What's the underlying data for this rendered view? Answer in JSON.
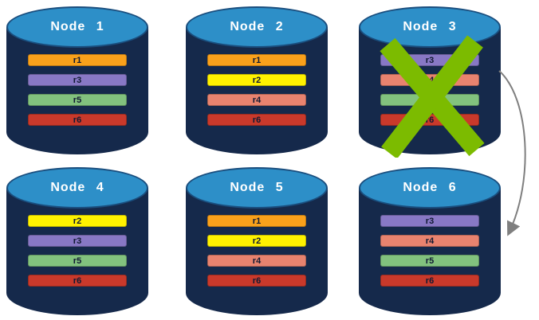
{
  "nodes": [
    {
      "title": "Node 1",
      "records": [
        {
          "label": "r1",
          "color": "#F9A11B"
        },
        {
          "label": "r3",
          "color": "#8878C5"
        },
        {
          "label": "r5",
          "color": "#82C27E"
        },
        {
          "label": "r6",
          "color": "#C9392B"
        }
      ]
    },
    {
      "title": "Node 2",
      "records": [
        {
          "label": "r1",
          "color": "#F9A11B"
        },
        {
          "label": "r2",
          "color": "#FFF200"
        },
        {
          "label": "r4",
          "color": "#E8836F"
        },
        {
          "label": "r6",
          "color": "#C9392B"
        }
      ]
    },
    {
      "title": "Node 3",
      "records": [
        {
          "label": "r3",
          "color": "#8878C5"
        },
        {
          "label": "r4",
          "color": "#E8836F"
        },
        {
          "label": "r5",
          "color": "#82C27E"
        },
        {
          "label": "r6",
          "color": "#C9392B"
        }
      ]
    },
    {
      "title": "Node 4",
      "records": [
        {
          "label": "r2",
          "color": "#FFF200"
        },
        {
          "label": "r3",
          "color": "#8878C5"
        },
        {
          "label": "r5",
          "color": "#82C27E"
        },
        {
          "label": "r6",
          "color": "#C9392B"
        }
      ]
    },
    {
      "title": "Node 5",
      "records": [
        {
          "label": "r1",
          "color": "#F9A11B"
        },
        {
          "label": "r2",
          "color": "#FFF200"
        },
        {
          "label": "r4",
          "color": "#E8836F"
        },
        {
          "label": "r6",
          "color": "#C9392B"
        }
      ]
    },
    {
      "title": "Node 6",
      "records": [
        {
          "label": "r3",
          "color": "#8878C5"
        },
        {
          "label": "r4",
          "color": "#E8836F"
        },
        {
          "label": "r5",
          "color": "#82C27E"
        },
        {
          "label": "r6",
          "color": "#C9392B"
        }
      ]
    }
  ],
  "annotations": {
    "failed_node": "Node 3",
    "x_color": "#7CBB00",
    "arrow_color": "#7F7F7F"
  },
  "styles": {
    "cylinder_top_color": "#2D8FC8",
    "cylinder_body_color": "#15294B",
    "title_color": "#FFFFFF"
  }
}
